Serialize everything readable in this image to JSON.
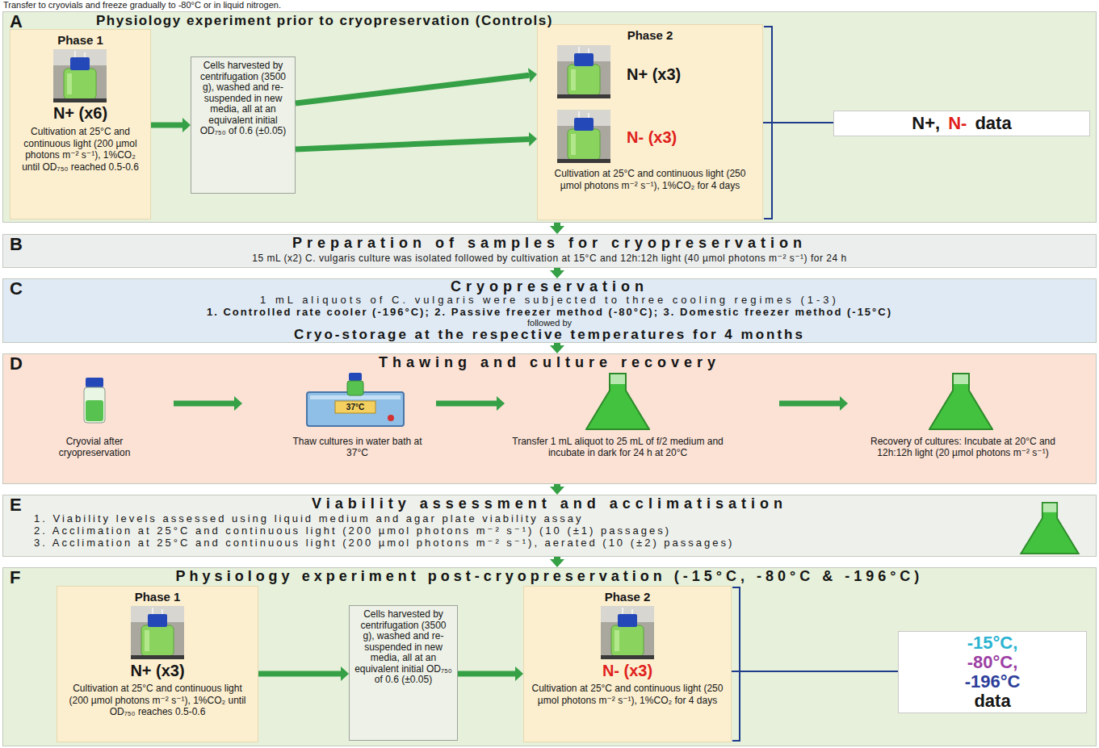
{
  "diagram": {
    "nodes": [
      {
        "text": [
          "A",
          "Physiology experiment prior to cryopreservation (Controls)"
        ]
      },
      {
        "text": [
          "Phase 1",
          "N+ (x6)",
          "Cultivation at 25°C and continuous light (200 µmol photons m⁻² s⁻¹), 1%CO₂ until OD₇₅₀ reached 0.5-0.6"
        ],
        "in": 0
      },
      {
        "text": [
          "Cells harvested by centrifugation (3500 g), washed and re-suspended in new media, all at an equivalent initial OD₇₅₀ of 0.6 (±0.05)"
        ],
        "in": 0
      },
      {
        "text": [
          "Phase 2",
          "N+ (x3)",
          "N- (x3)",
          "Cultivation at 25°C and continuous light (250 µmol photons m⁻² s⁻¹), 1%CO₂ for 4 days"
        ],
        "in": 0
      },
      {
        "text": [
          "N+,",
          "N-",
          "data"
        ],
        "in": 0
      },
      {
        "text": [
          "B",
          "Preparation of samples for cryopreservation",
          "15 mL (x2) C. vulgaris culture was isolated followed by cultivation at 15°C and 12h:12h light (40 µmol photons m⁻² s⁻¹) for 24 h"
        ]
      },
      {
        "text": [
          "C",
          "Cryopreservation",
          "1 mL aliquots of C. vulgaris were subjected to three cooling regimes (1-3)",
          "1. Controlled rate cooler (-196°C); 2. Passive freezer method (-80°C); 3. Domestic freezer method (-15°C)",
          "followed by",
          "Cryo-storage at the respective temperatures for 4 months"
        ]
      },
      {
        "text": [
          "D",
          "Thawing and culture recovery"
        ]
      },
      {
        "text": [
          "E",
          "Viability assessment and acclimatisation",
          "1. Viability levels assessed using liquid medium and agar plate viability assay",
          "2. Acclimation at 25°C and continuous light (200 µmol photons m⁻² s⁻¹) (10 (±1) passages)",
          "3. Acclimation at 25°C and continuous light (200 µmol photons m⁻² s⁻¹), aerated (10 (±2) passages)"
        ]
      },
      {
        "text": [
          "F",
          "Physiology experiment post-cryopreservation (-15°C, -80°C & -196°C)"
        ]
      },
      {
        "text": [
          "Phase 1",
          "N+ (x3)",
          "Cultivation at 25°C and continuous light (200 µmol photons m⁻² s⁻¹), 1%CO₂ until OD₇₅₀ reaches 0.5-0.6"
        ],
        "in": 9
      },
      {
        "text": [
          "Cells harvested by centrifugation (3500 g), washed and re-suspended in new media, all at an equivalent initial OD₇₅₀ of 0.6 (±0.05)"
        ],
        "in": 9
      },
      {
        "text": [
          "Phase 2",
          "N- (x3)",
          "Cultivation at 25°C and continuous light (250 µmol photons m⁻² s⁻¹), 1%CO₂ for 4 days"
        ],
        "in": 9
      },
      {
        "text": [
          "-15°C,",
          "-80°C,",
          "-196°C",
          "data"
        ],
        "in": 9
      }
    ],
    "edges": [
      {
        "from": 1,
        "to": 2,
        "arrow": "to"
      },
      {
        "from": 2,
        "to": 3,
        "arrow": "to"
      },
      {
        "from": 2,
        "to": 3,
        "arrow": "to"
      },
      {
        "from": 3,
        "to": 4,
        "arrow": "none"
      },
      {
        "from": 0,
        "to": 5,
        "arrow": "to"
      },
      {
        "from": 5,
        "to": 6,
        "arrow": "to"
      },
      {
        "from": 6,
        "to": 7,
        "arrow": "to"
      },
      {
        "from": 7,
        "to": 8,
        "arrow": "to"
      },
      {
        "from": 8,
        "to": 9,
        "arrow": "to"
      },
      {
        "from": 10,
        "to": 11,
        "arrow": "to"
      },
      {
        "from": 11,
        "to": 12,
        "arrow": "to"
      },
      {
        "from": 12,
        "to": 13,
        "arrow": "none"
      }
    ],
    "labels": [
      "Transfer to cryovials and freeze gradually to -80°C or in liquid nitrogen.",
      "Cryovial after cryopreservation",
      "37°C",
      "Thaw cultures in water bath at 37°C",
      "Transfer 1 mL aliquot to 25 mL of f/2 medium and incubate in dark for 24 h at 20°C",
      "Recovery of cultures: Incubate at 20°C and 12h:12h light (20 µmol photons m⁻² s⁻¹)"
    ]
  }
}
